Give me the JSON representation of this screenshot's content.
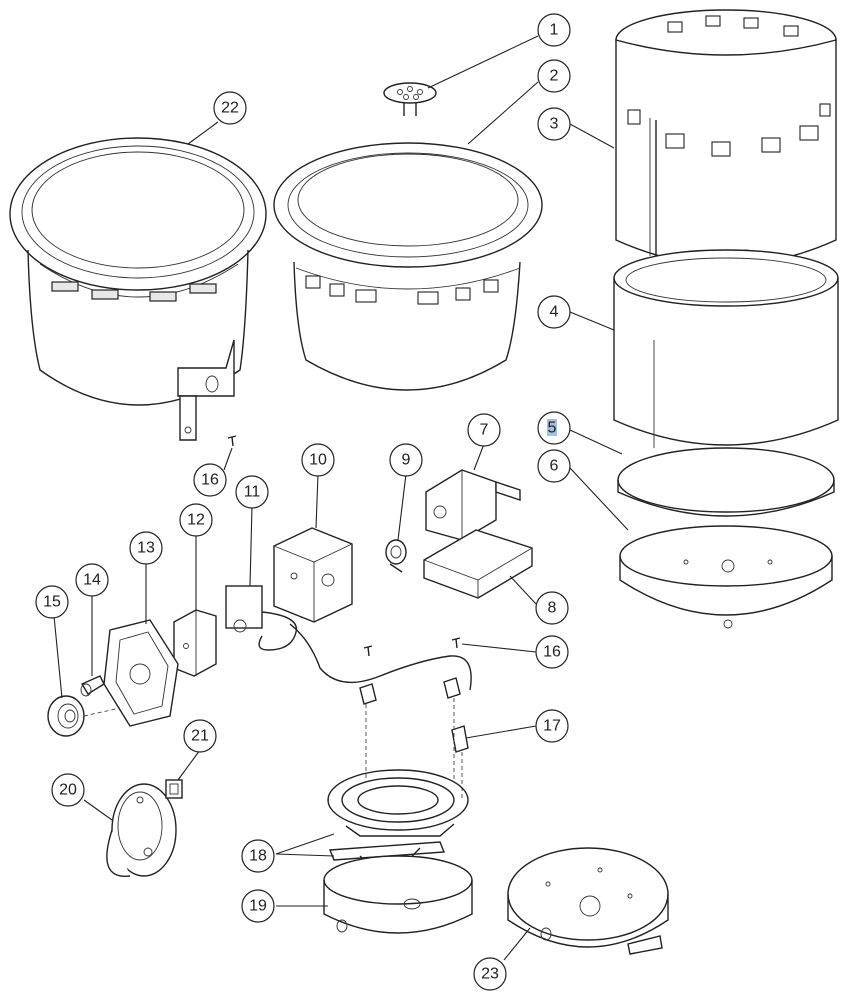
{
  "callouts": [
    "1",
    "2",
    "3",
    "4",
    "5",
    "6",
    "7",
    "8",
    "9",
    "10",
    "11",
    "12",
    "13",
    "14",
    "15",
    "16",
    "16",
    "17",
    "18",
    "19",
    "20",
    "21",
    "22",
    "23"
  ]
}
